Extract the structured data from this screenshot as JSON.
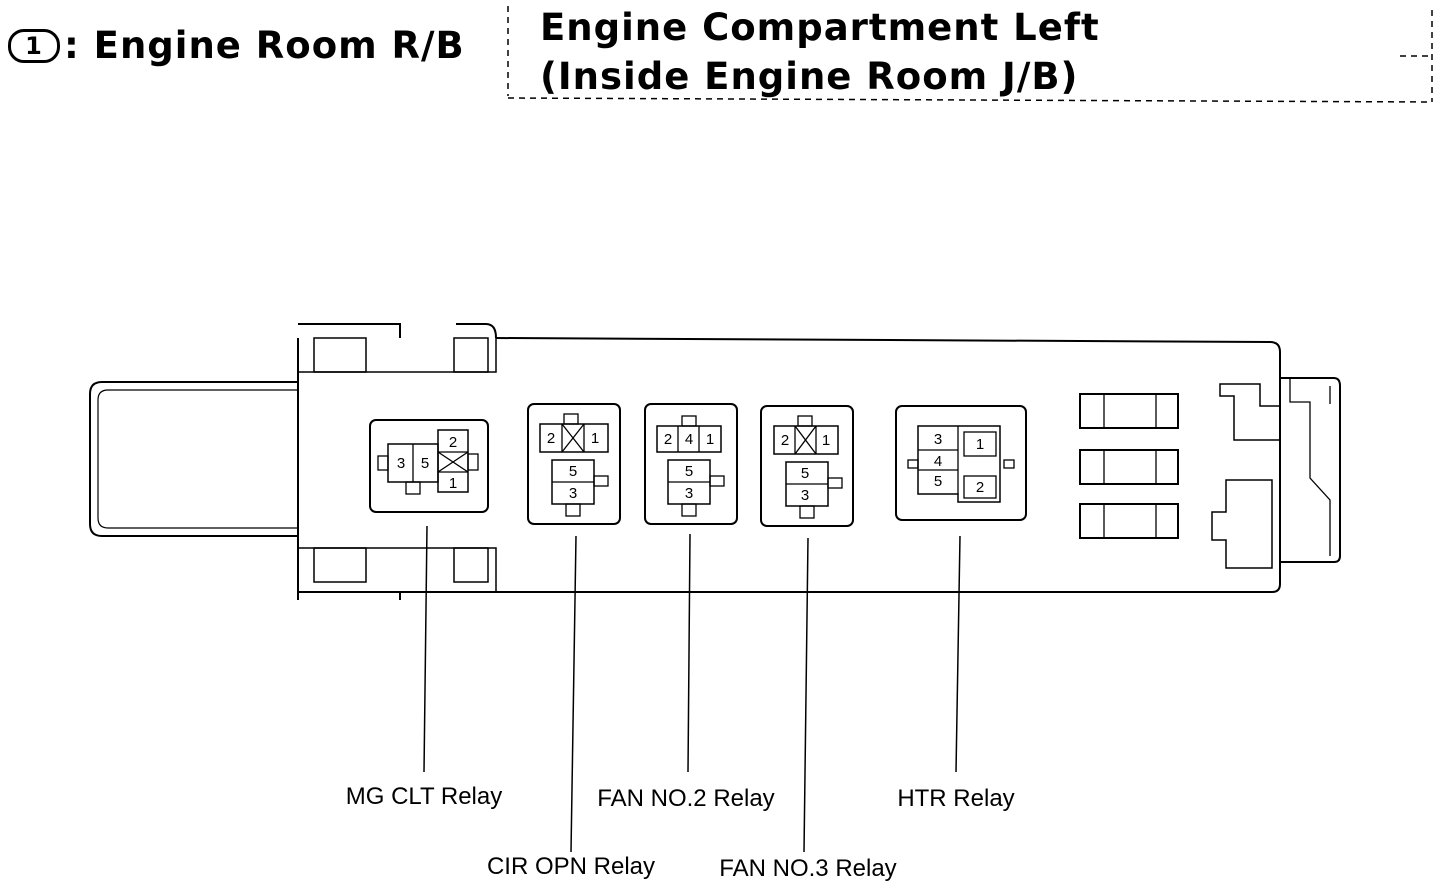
{
  "header": {
    "connector_number": "1",
    "left_title": ": Engine Room R/B",
    "right_title_line1": "Engine Compartment Left",
    "right_title_line2": "(Inside Engine Room J/B)"
  },
  "relays": [
    {
      "label": "MG CLT Relay",
      "pins": [
        "3",
        "5",
        "2",
        "1"
      ]
    },
    {
      "label": "CIR OPN Relay",
      "pins": [
        "2",
        "1",
        "5",
        "3"
      ]
    },
    {
      "label": "FAN NO.2 Relay",
      "pins": [
        "2",
        "4",
        "1",
        "5",
        "3"
      ]
    },
    {
      "label": "FAN NO.3 Relay",
      "pins": [
        "2",
        "1",
        "5",
        "3"
      ]
    },
    {
      "label": "HTR Relay",
      "pins": [
        "3",
        "4",
        "5",
        "1",
        "2"
      ]
    }
  ]
}
